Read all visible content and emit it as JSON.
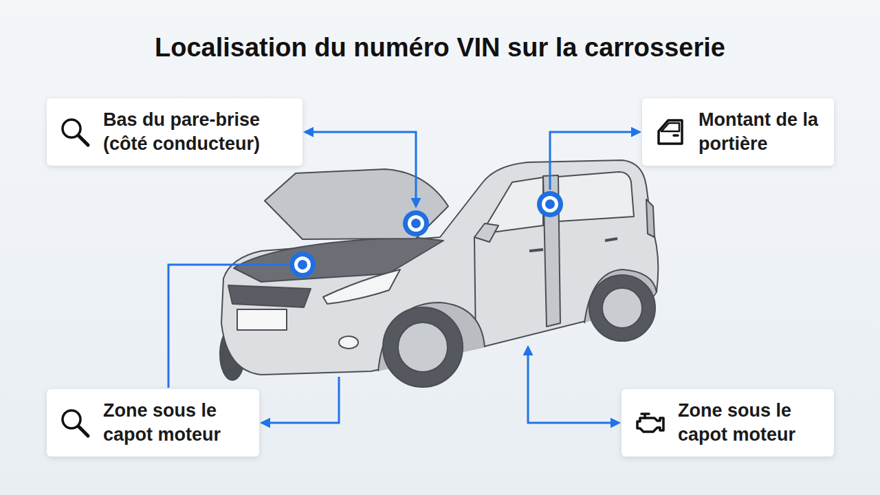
{
  "diagram": {
    "title": "Localisation du numéro VIN sur la carrosserie",
    "nodes": [
      {
        "text": [
          "Bas du pare-brise (côté conducteur)"
        ]
      },
      {
        "text": [
          "Montant de la portière"
        ]
      },
      {
        "text": [
          "Zone sous le capot moteur"
        ]
      },
      {
        "text": [
          "Zone sous le capot moteur"
        ]
      }
    ]
  }
}
